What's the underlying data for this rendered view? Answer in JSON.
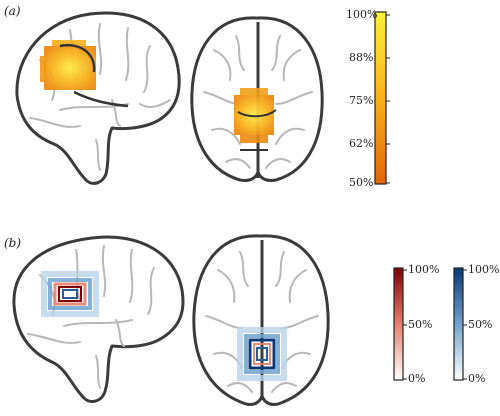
{
  "panels": [
    {
      "label": "(a)"
    },
    {
      "label": "(b)"
    }
  ],
  "colorbar_a": {
    "ticks": [
      "100%",
      "88%",
      "75%",
      "62%",
      "50%"
    ],
    "colors": {
      "top": "#fff23a",
      "bottom": "#e0650a",
      "frame": "#222222"
    }
  },
  "colorbar_b_red": {
    "ticks": [
      "100%",
      "50%",
      "0%"
    ],
    "colors": {
      "top": "#7f0000",
      "mid": "#e8806a",
      "bottom": "#ffffff",
      "frame": "#222222"
    }
  },
  "colorbar_b_blue": {
    "ticks": [
      "100%",
      "50%",
      "0%"
    ],
    "colors": {
      "top": "#083a78",
      "mid": "#6fa3cf",
      "bottom": "#ffffff",
      "frame": "#222222"
    }
  }
}
